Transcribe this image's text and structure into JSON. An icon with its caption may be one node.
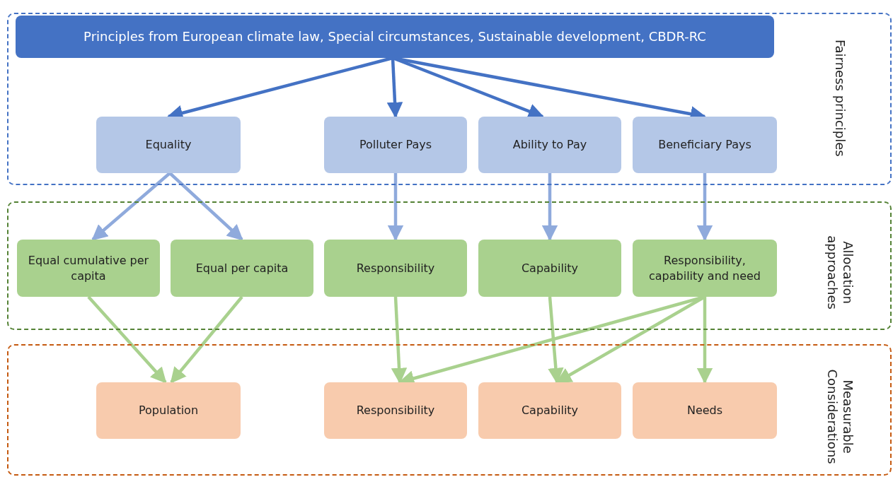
{
  "diagram": {
    "nodes": [
      {
        "text": [
          "Fairness principles"
        ]
      },
      {
        "text": [
          "Principles from European climate law, Special circumstances, Sustainable development, CBDR-RC"
        ],
        "in": 0
      },
      {
        "text": [
          "Equality"
        ],
        "in": 0
      },
      {
        "text": [
          "Polluter Pays"
        ],
        "in": 0
      },
      {
        "text": [
          "Ability to Pay"
        ],
        "in": 0
      },
      {
        "text": [
          "Beneficiary Pays"
        ],
        "in": 0
      },
      {
        "text": [
          "Allocation approaches"
        ]
      },
      {
        "text": [
          "Equal cumulative per capita"
        ],
        "in": 6
      },
      {
        "text": [
          "Equal per capita"
        ],
        "in": 6
      },
      {
        "text": [
          "Responsibility"
        ],
        "in": 6
      },
      {
        "text": [
          "Capability"
        ],
        "in": 6
      },
      {
        "text": [
          "Responsibility, capability and need"
        ],
        "in": 6
      },
      {
        "text": [
          "Measurable Considerations"
        ]
      },
      {
        "text": [
          "Population"
        ],
        "in": 12
      },
      {
        "text": [
          "Responsibility"
        ],
        "in": 12
      },
      {
        "text": [
          "Capability"
        ],
        "in": 12
      },
      {
        "text": [
          "Needs"
        ],
        "in": 12
      }
    ],
    "edges": [
      {
        "from": 1,
        "to": 2,
        "arrow": "to",
        "color": "#4472c4"
      },
      {
        "from": 1,
        "to": 3,
        "arrow": "to",
        "color": "#4472c4"
      },
      {
        "from": 1,
        "to": 4,
        "arrow": "to",
        "color": "#4472c4"
      },
      {
        "from": 1,
        "to": 5,
        "arrow": "to",
        "color": "#4472c4"
      },
      {
        "from": 2,
        "to": 7,
        "arrow": "to",
        "color": "#8faadc"
      },
      {
        "from": 2,
        "to": 8,
        "arrow": "to",
        "color": "#8faadc"
      },
      {
        "from": 3,
        "to": 9,
        "arrow": "to",
        "color": "#8faadc"
      },
      {
        "from": 4,
        "to": 10,
        "arrow": "to",
        "color": "#8faadc"
      },
      {
        "from": 5,
        "to": 11,
        "arrow": "to",
        "color": "#8faadc"
      },
      {
        "from": 7,
        "to": 13,
        "arrow": "to"
      },
      {
        "from": 8,
        "to": 13,
        "arrow": "to"
      },
      {
        "from": 9,
        "to": 14,
        "arrow": "to"
      },
      {
        "from": 10,
        "to": 15,
        "arrow": "to"
      },
      {
        "from": 11,
        "to": 14,
        "arrow": "to"
      },
      {
        "from": 11,
        "to": 15,
        "arrow": "to"
      },
      {
        "from": 11,
        "to": 16,
        "arrow": "to"
      }
    ]
  }
}
